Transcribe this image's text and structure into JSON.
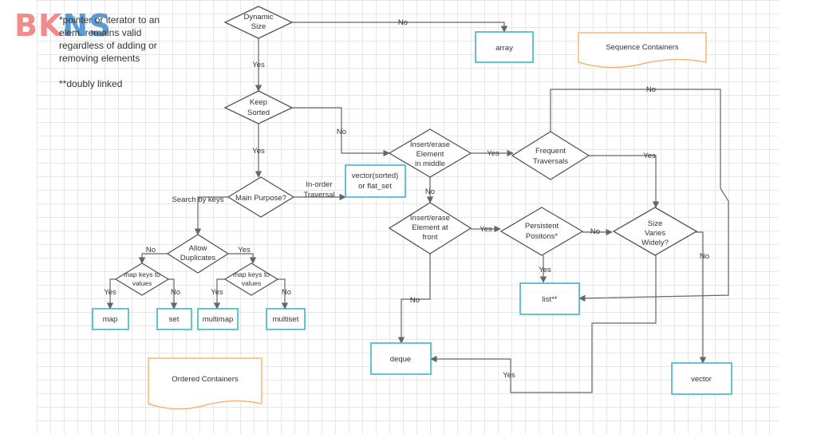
{
  "notes": {
    "star": "*pointer or iterator to an elem. remains valid regardless of adding or removing elements",
    "double_star": "**doubly linked"
  },
  "logo": {
    "text": "BKNS"
  },
  "shapes": {
    "dynamic_size": [
      "Dynamic",
      "Size"
    ],
    "keep_sorted": [
      "Keep",
      "Sorted"
    ],
    "main_purpose": [
      "Main Purpose?"
    ],
    "allow_duplicates": [
      "Allow",
      "Duplicates"
    ],
    "map_keys_left": [
      "map keys to",
      "values"
    ],
    "map_keys_right": [
      "map keys to",
      "values"
    ],
    "insert_middle": [
      "Insert/erase",
      "Element",
      "in middle"
    ],
    "insert_front": [
      "Insert/erase",
      "Element at",
      "front"
    ],
    "frequent_traversals": [
      "Frequent",
      "Traversals"
    ],
    "persistent_positions": [
      "Persistent",
      "Positons*"
    ],
    "size_varies": [
      "Size",
      "Varies",
      "Widely?"
    ]
  },
  "boxes": {
    "array": "array",
    "vector_sorted": [
      "vector(sorted)",
      "or flat_set"
    ],
    "map": "map",
    "set": "set",
    "multimap": "multimap",
    "multiset": "multiset",
    "list": "list**",
    "deque": "deque",
    "vector": "vector"
  },
  "doc_labels": {
    "sequence": "Sequence Containers",
    "ordered": "Ordered Containers"
  },
  "edge_labels": {
    "yes": "Yes",
    "no": "No",
    "in_order": [
      "In-order",
      "Traversal"
    ],
    "search_by_keys": "Search by keys"
  },
  "colors": {
    "diamond_stroke": "#555555",
    "box_stroke": "#3bb7c6",
    "doc_stroke": "#f5b778",
    "edge": "#666666"
  }
}
